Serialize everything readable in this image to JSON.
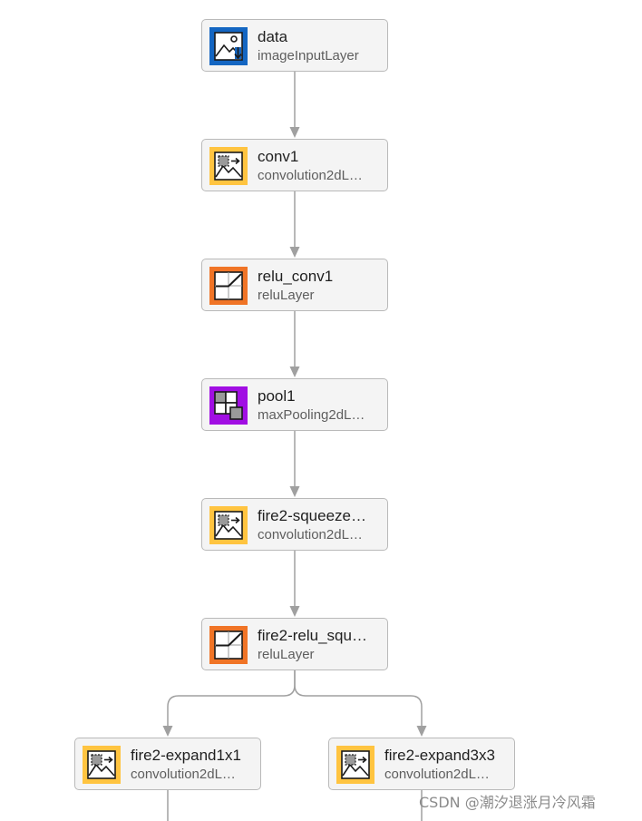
{
  "colors": {
    "input": "#1466c2",
    "convolution": "#ffc440",
    "relu": "#f07426",
    "pooling": "#a10ee3",
    "edge": "#a0a0a0"
  },
  "layers": [
    {
      "id": "data",
      "name": "data",
      "type": "imageInputLayer",
      "icon": "image-input-icon",
      "color": "input"
    },
    {
      "id": "conv1",
      "name": "conv1",
      "type": "convolution2dL…",
      "icon": "convolution-icon",
      "color": "convolution"
    },
    {
      "id": "relu-conv1",
      "name": "relu_conv1",
      "type": "reluLayer",
      "icon": "relu-icon",
      "color": "relu"
    },
    {
      "id": "pool1",
      "name": "pool1",
      "type": "maxPooling2dL…",
      "icon": "max-pooling-icon",
      "color": "pooling"
    },
    {
      "id": "fire2-squeeze",
      "name": "fire2-squeeze…",
      "type": "convolution2dL…",
      "icon": "convolution-icon",
      "color": "convolution"
    },
    {
      "id": "fire2-relu-squ",
      "name": "fire2-relu_squ…",
      "type": "reluLayer",
      "icon": "relu-icon",
      "color": "relu"
    },
    {
      "id": "fire2-expand1x1",
      "name": "fire2-expand1x1",
      "type": "convolution2dL…",
      "icon": "convolution-icon",
      "color": "convolution"
    },
    {
      "id": "fire2-expand3x3",
      "name": "fire2-expand3x3",
      "type": "convolution2dL…",
      "icon": "convolution-icon",
      "color": "convolution"
    }
  ],
  "connections": [
    [
      "data",
      "conv1"
    ],
    [
      "conv1",
      "relu-conv1"
    ],
    [
      "relu-conv1",
      "pool1"
    ],
    [
      "pool1",
      "fire2-squeeze"
    ],
    [
      "fire2-squeeze",
      "fire2-relu-squ"
    ],
    [
      "fire2-relu-squ",
      "fire2-expand1x1"
    ],
    [
      "fire2-relu-squ",
      "fire2-expand3x3"
    ]
  ],
  "watermark": "CSDN @潮汐退涨月冷风霜"
}
